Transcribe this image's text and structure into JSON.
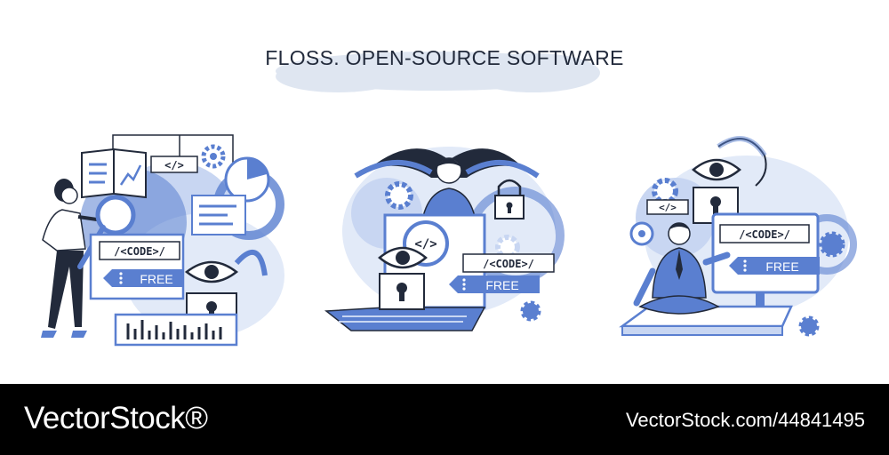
{
  "title": "FLOSS. OPEN-SOURCE SOFTWARE",
  "colors": {
    "ink": "#222a3b",
    "blue": "#5a7fd0",
    "pale_blue": "#c8d6f2",
    "light_blue": "#e2eaf8",
    "cloud": "#dfe6f1",
    "footer": "#000000"
  },
  "scene_left": {
    "code_tag": "</>",
    "code_label": "/<CODE>/",
    "free_label": "FREE"
  },
  "scene_center": {
    "code_tag": "</>",
    "code_label": "/<CODE>/",
    "free_label": "FREE"
  },
  "scene_right": {
    "code_tag": "</>",
    "code_label": "/<CODE>/",
    "free_label": "FREE"
  },
  "footer": {
    "brand": "VectorStock®",
    "image_id": "VectorStock.com/44841495"
  }
}
